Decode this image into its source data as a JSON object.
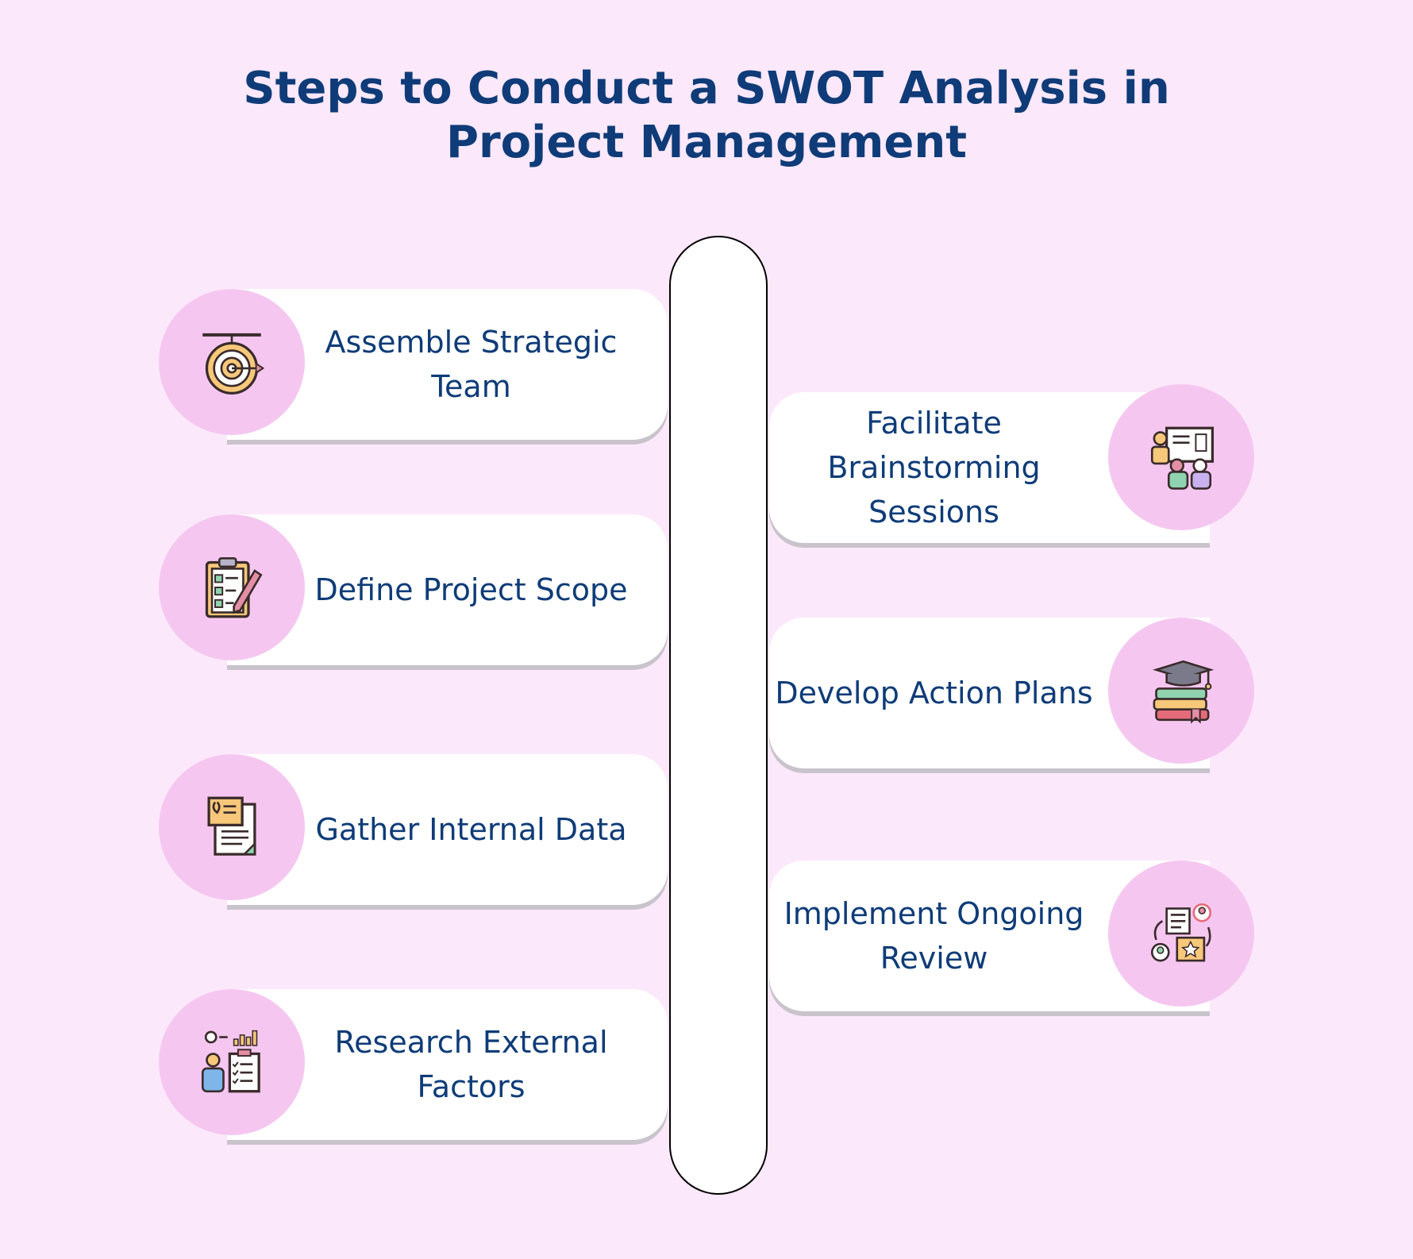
{
  "title": {
    "line1": "Steps to Conduct a SWOT Analysis in",
    "line2": "Project Management"
  },
  "colors": {
    "background": "#fce8fb",
    "text": "#0f3c78",
    "circle": "#f5c7f0",
    "card": "#ffffff"
  },
  "steps_left": [
    {
      "label": "Assemble Strategic Team",
      "icon": "target-icon"
    },
    {
      "label": "Define Project Scope",
      "icon": "checklist-clipboard-icon"
    },
    {
      "label": "Gather Internal Data",
      "icon": "documents-icon"
    },
    {
      "label": "Research External Factors",
      "icon": "research-chart-icon"
    }
  ],
  "steps_right": [
    {
      "label": "Facilitate Brainstorming Sessions",
      "icon": "presentation-icon"
    },
    {
      "label": "Develop Action Plans",
      "icon": "graduation-books-icon"
    },
    {
      "label": "Implement Ongoing Review",
      "icon": "review-cycle-icon"
    }
  ]
}
